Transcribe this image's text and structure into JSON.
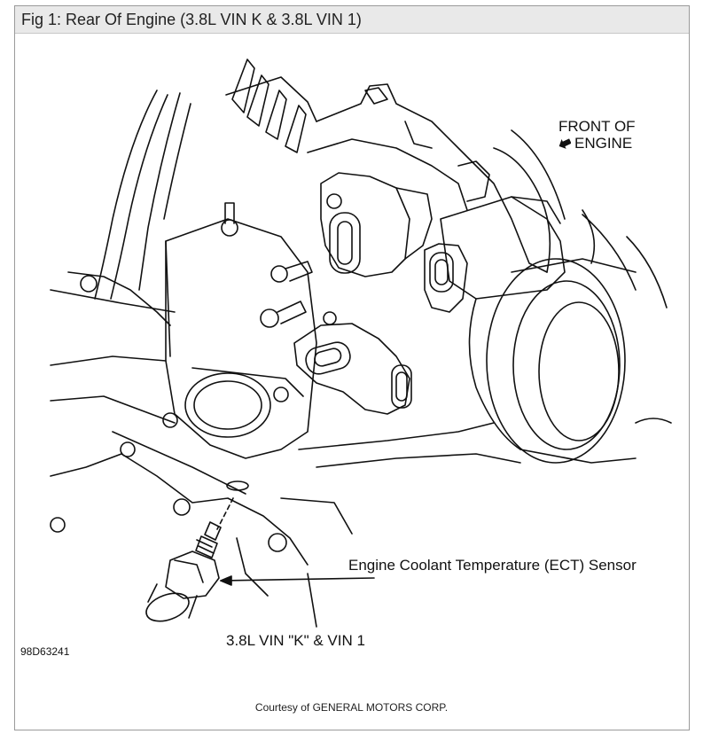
{
  "figure": {
    "title": "Fig 1: Rear Of Engine (3.8L VIN K & 3.8L VIN 1)"
  },
  "labels": {
    "front_line1": "FRONT OF",
    "front_line2": "ENGINE",
    "ect_sensor": "Engine Coolant Temperature (ECT) Sensor",
    "vin_caption": "3.8L VIN \"K\" & VIN 1",
    "diagram_code": "98D63241"
  },
  "credit": "Courtesy of GENERAL MOTORS CORP.",
  "icons": {
    "direction": "front-arrow-icon"
  }
}
